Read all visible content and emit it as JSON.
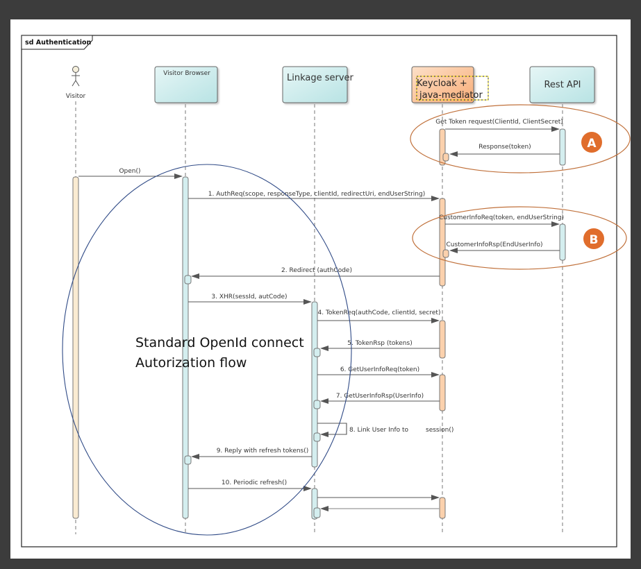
{
  "frame": {
    "title": "sd Authentication"
  },
  "lifelines": [
    {
      "id": "visitor",
      "label": "Visitor",
      "kind": "actor",
      "color": "#faebd2"
    },
    {
      "id": "browser",
      "label": "Visitor Browser",
      "kind": "box",
      "color": "#cdeced"
    },
    {
      "id": "linkage",
      "label": "Linkage server",
      "kind": "box",
      "color": "#cdeced"
    },
    {
      "id": "keycloak",
      "label_lines": [
        "Keycloak +",
        "java-mediator"
      ],
      "kind": "box",
      "color": "#fbc89e"
    },
    {
      "id": "restapi",
      "label": "Rest API",
      "kind": "box",
      "color": "#cdeced"
    }
  ],
  "messages": [
    {
      "id": "get-token-request",
      "label": "Get Token request(ClientId, ClientSecret)",
      "from": "keycloak",
      "to": "restapi",
      "type": "call"
    },
    {
      "id": "response-token",
      "label": "Response(token)",
      "from": "restapi",
      "to": "keycloak",
      "type": "return"
    },
    {
      "id": "open",
      "label": "Open()",
      "from": "visitor",
      "to": "browser",
      "type": "call"
    },
    {
      "id": "auth-req",
      "label": "1. AuthReq(scope, responseType, clientId, redirectUri, endUserString)",
      "from": "browser",
      "to": "keycloak",
      "type": "call"
    },
    {
      "id": "customer-info-req",
      "label": "CustomerInfoReq(token, endUserString)",
      "from": "keycloak",
      "to": "restapi",
      "type": "call"
    },
    {
      "id": "customer-info-rsp",
      "label": "CustomerInfoRsp(EndUserInfo)",
      "from": "restapi",
      "to": "keycloak",
      "type": "return"
    },
    {
      "id": "redirect",
      "label": "2. Redirect (authCode)",
      "from": "keycloak",
      "to": "browser",
      "type": "return"
    },
    {
      "id": "xhr",
      "label": "3. XHR(sessId, autCode)",
      "from": "browser",
      "to": "linkage",
      "type": "call"
    },
    {
      "id": "token-req",
      "label": "4. TokenReq(authCode, clientId, secret)",
      "from": "linkage",
      "to": "keycloak",
      "type": "call"
    },
    {
      "id": "token-rsp",
      "label": "5. TokenRsp (tokens)",
      "from": "keycloak",
      "to": "linkage",
      "type": "return"
    },
    {
      "id": "get-user-info-req",
      "label": "6. GetUserInfoReq(token)",
      "from": "linkage",
      "to": "keycloak",
      "type": "call"
    },
    {
      "id": "get-user-info-rsp",
      "label": "7. GetUserInfoRsp(UserInfo)",
      "from": "keycloak",
      "to": "linkage",
      "type": "return"
    },
    {
      "id": "link-user-info",
      "label": "8. Link User Info to",
      "label_tail": "session()",
      "from": "linkage",
      "to": "linkage",
      "type": "self"
    },
    {
      "id": "reply-refresh",
      "label": "9. Reply with refresh tokens()",
      "from": "linkage",
      "to": "browser",
      "type": "return"
    },
    {
      "id": "periodic-refresh",
      "label": "10. Periodic refresh()",
      "from": "browser",
      "to": "linkage",
      "type": "call"
    },
    {
      "id": "refresh-forward",
      "label": "",
      "from": "linkage",
      "to": "keycloak",
      "type": "call"
    },
    {
      "id": "refresh-return",
      "label": "",
      "from": "keycloak",
      "to": "linkage",
      "type": "return"
    }
  ],
  "annotations": {
    "badge_a": "A",
    "badge_b": "B",
    "badge_color": "#e06d2c",
    "group_outline_color": "#c0703a",
    "oidc_circle_color": "#2f4a86",
    "oidc_label_lines": [
      "Standard OpenId connect",
      "Autorization flow"
    ]
  }
}
